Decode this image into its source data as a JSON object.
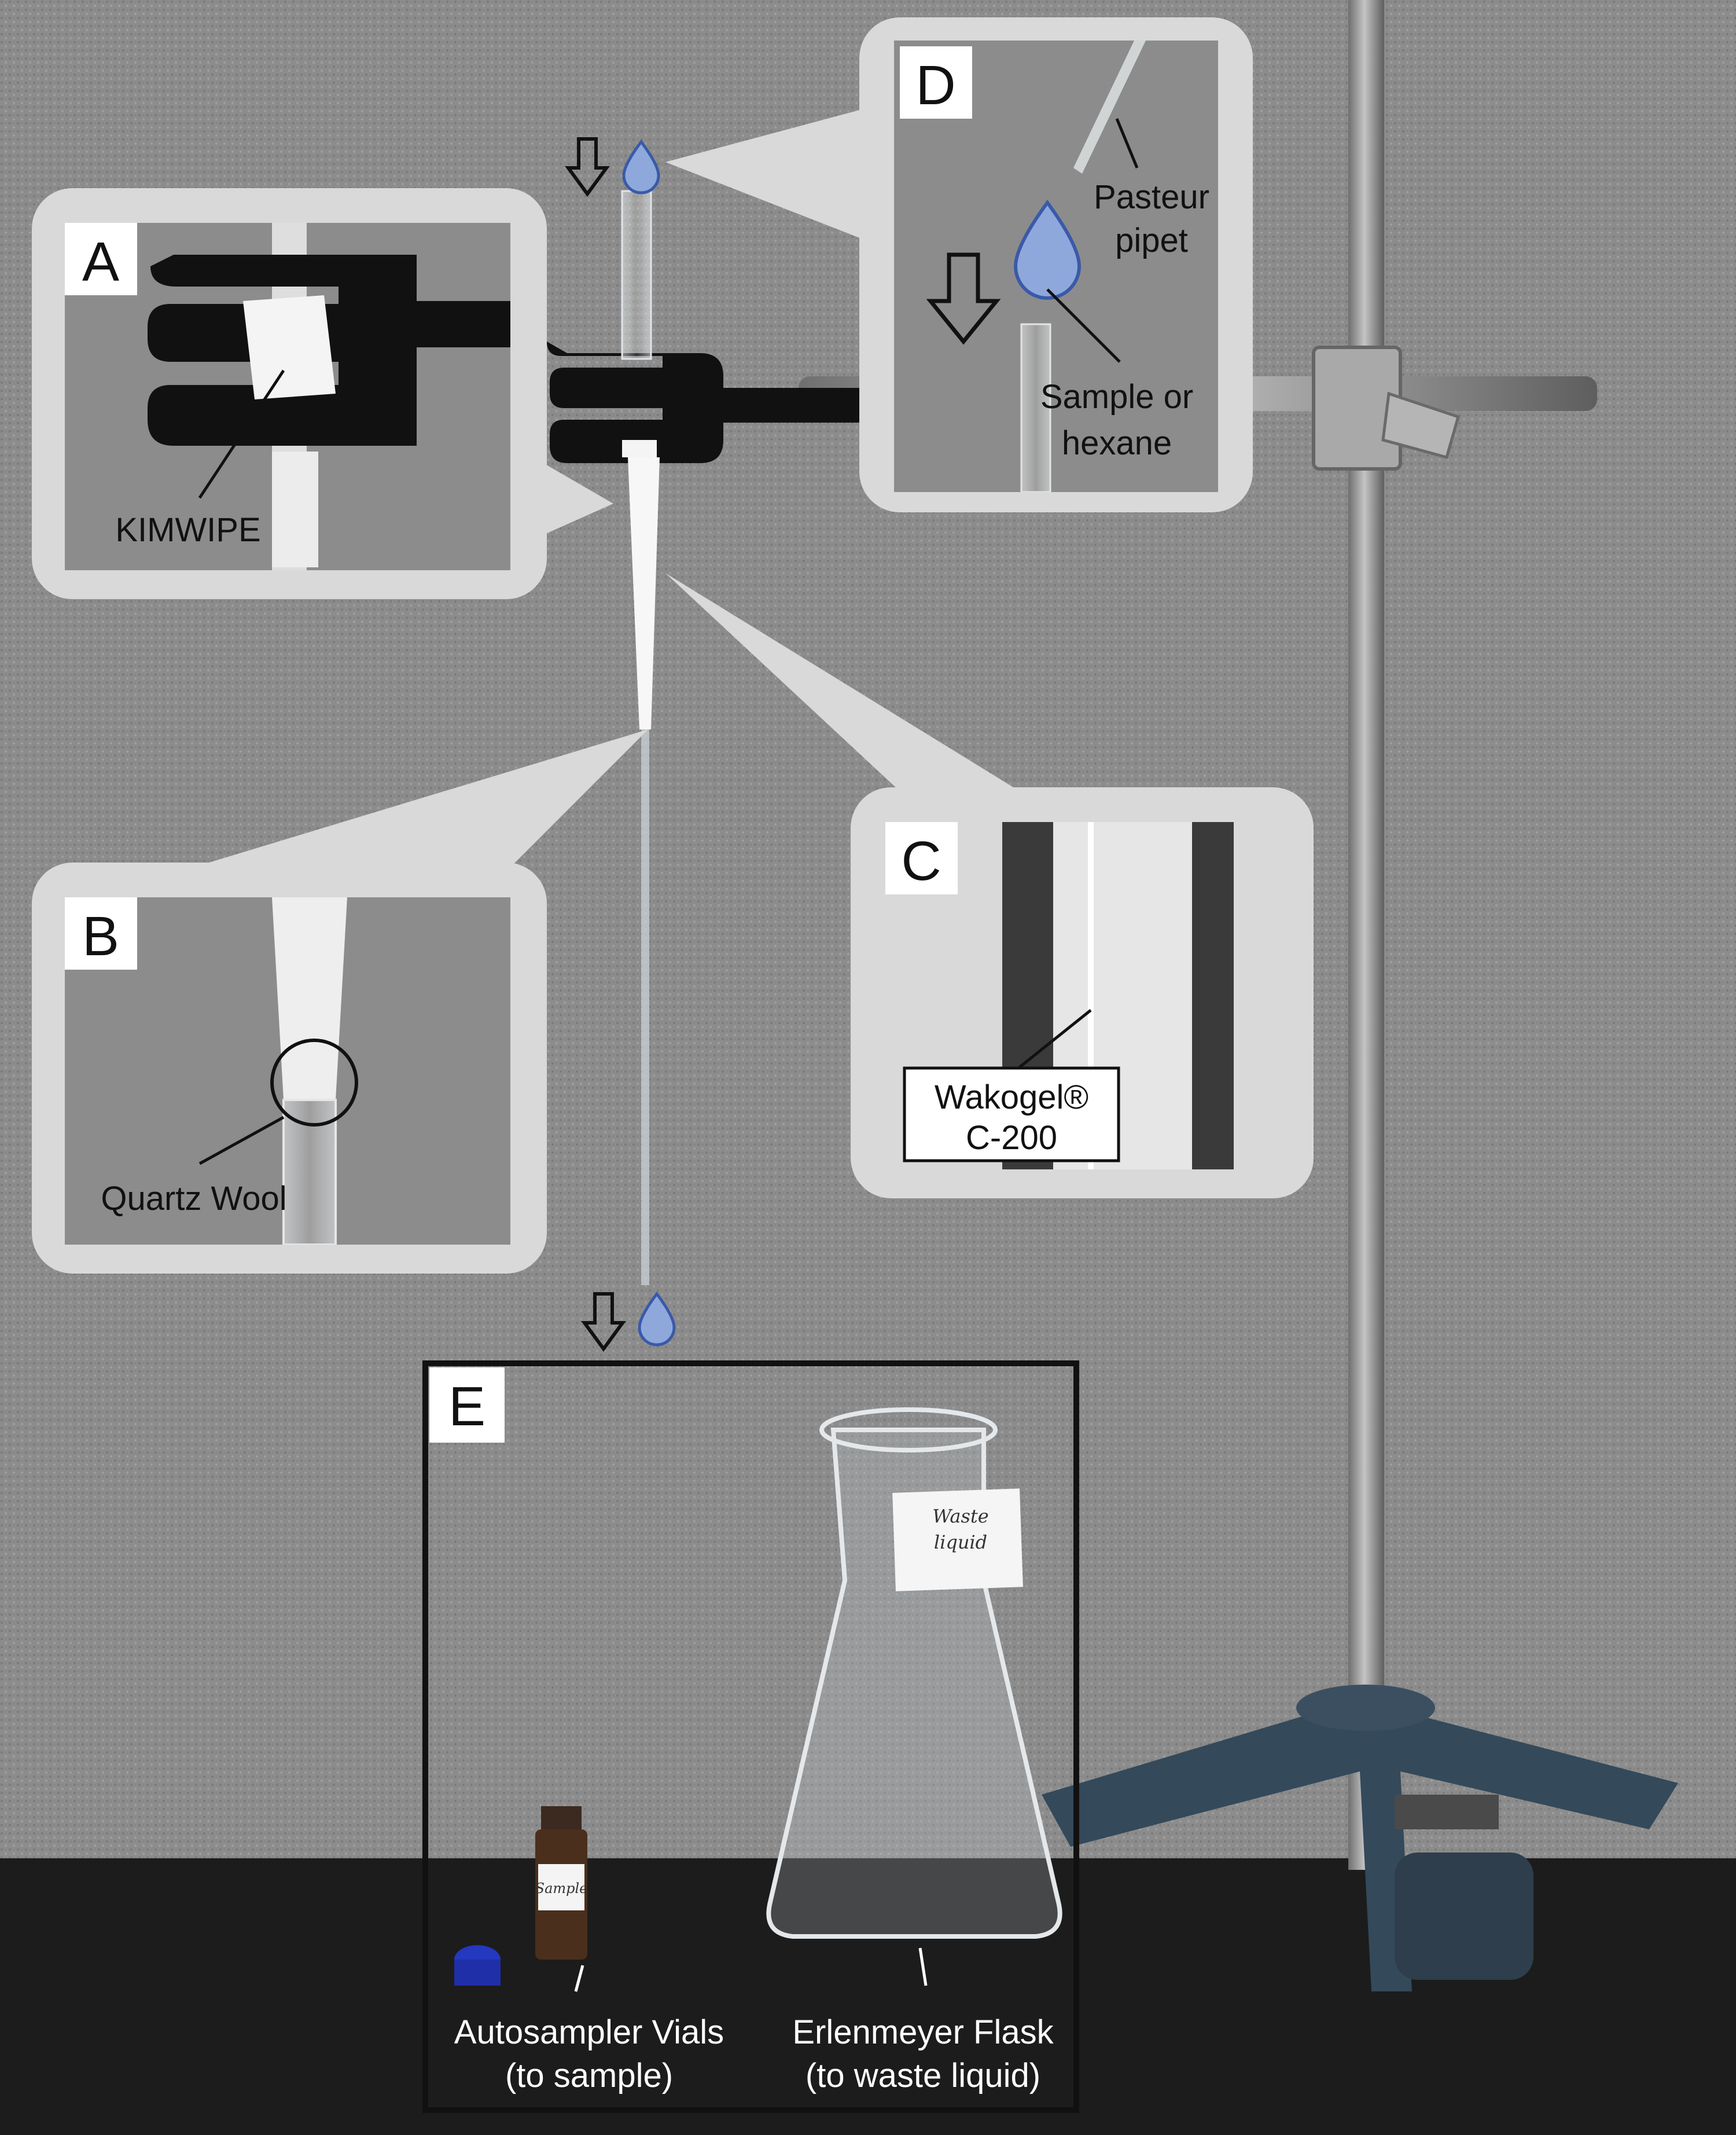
{
  "colors": {
    "background_fabric": "#8c8c8c",
    "table_top": "#1c1c1c",
    "callout_panel": "#d9d9d9",
    "drop_blue": "#8fa8dc",
    "drop_outline": "#3a5aa8",
    "clamp_black": "#111111",
    "stand_metal": "#9a9a9a",
    "base_iron": "#34495a"
  },
  "icons": [
    "down-arrow-icon",
    "droplet-icon"
  ],
  "panels": {
    "A": {
      "letter": "A",
      "label": "KIMWIPE"
    },
    "B": {
      "letter": "B",
      "label": "Quartz Wool"
    },
    "C": {
      "letter": "C",
      "label_line1": "Wakogel®",
      "label_line2": "C-200"
    },
    "D": {
      "letter": "D",
      "pipet_line1": "Pasteur",
      "pipet_line2": "pipet",
      "sample_line1": "Sample or",
      "sample_line2": "hexane"
    },
    "E": {
      "letter": "E",
      "vials_line1": "Autosampler Vials",
      "vials_line2": "(to sample)",
      "flask_line1": "Erlenmeyer Flask",
      "flask_line2": "(to waste liquid)",
      "flask_tag_line1": "Waste",
      "flask_tag_line2": "liquid",
      "vial_tag": "Sample"
    }
  }
}
